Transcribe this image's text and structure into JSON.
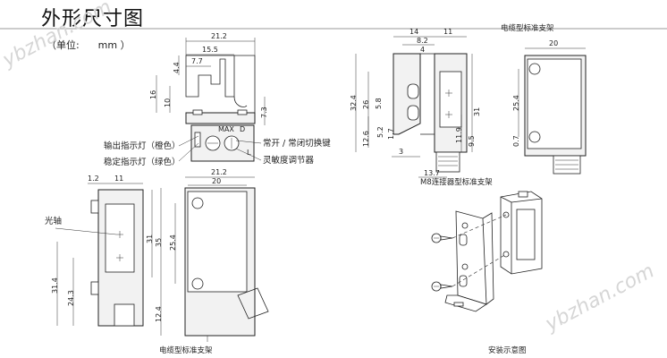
{
  "title": "外形尺寸图",
  "unit": "（单位:      mm ）",
  "watermark": "ybzhan.com",
  "labels": {
    "output_indicator": "输出指示灯（橙色）",
    "stable_indicator": "稳定指示灯（绿色）",
    "mode_switch": "常开 / 常闭切换键",
    "sensitivity_adjuster": "灵敏度调节器",
    "optical_axis": "光轴",
    "knob_max": "MAX",
    "knob_d": "D",
    "knob_l": "L"
  },
  "captions": {
    "cable_bracket_bottom": "电缆型标准支架",
    "cable_bracket_top": "电缆型标准支架",
    "m8_bracket": "M8连接器型标准支架",
    "install_diagram": "安装示意图"
  },
  "dimensions": {
    "bracket_top": {
      "w1": "21.2",
      "w2": "15.5",
      "w3": "7.7",
      "h1": "4.4",
      "h2": "16",
      "h3": "10",
      "h4": "7.3"
    },
    "front": {
      "w1": "1.2",
      "w2": "11",
      "h1": "31",
      "h2": "31.4",
      "h3": "24.3"
    },
    "side": {
      "w1": "21.2",
      "w2": "20",
      "h1": "35",
      "h2": "25.4",
      "h3": "12.4"
    },
    "m8_side": {
      "w1": "14",
      "w2": "11",
      "w3": "8.2",
      "w4": "4",
      "h1": "32.4",
      "h2": "26",
      "h3": "5.8",
      "h4": "12.6",
      "h5": "5.2",
      "h6": "1.7",
      "h7": "31",
      "h8": "11.9",
      "h9": "9.5",
      "h10": "3",
      "w5": "13.7"
    },
    "m8_front": {
      "w1": "20",
      "h1": "25.4",
      "h2": "0.7"
    }
  }
}
